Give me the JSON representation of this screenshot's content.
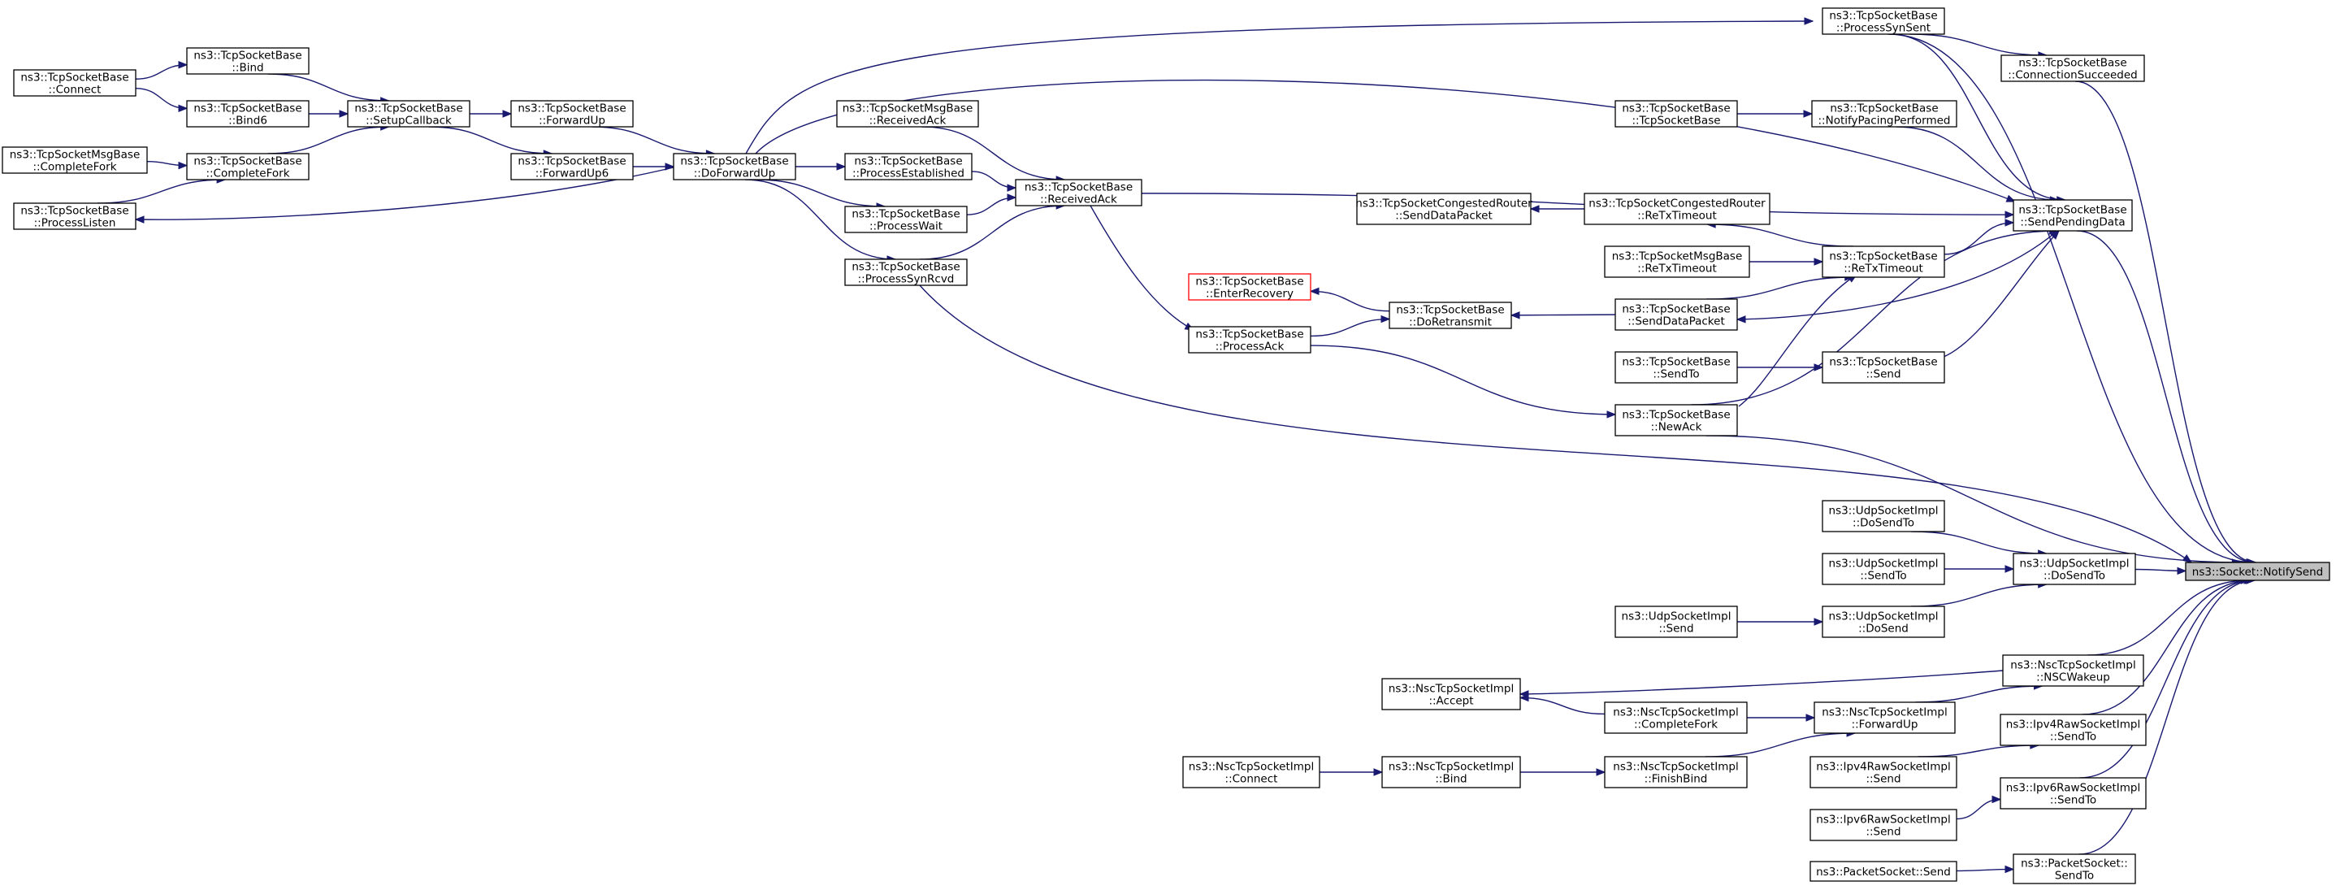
{
  "colors": {
    "edge": "#191970",
    "root_fill": "#bfbfbf",
    "highlight_border": "#ff0000"
  },
  "nodes": [
    {
      "id": "notify_send",
      "lines": [
        "ns3::Socket::NotifySend"
      ]
    },
    {
      "id": "tcp_process_synsent",
      "lines": [
        "ns3::TcpSocketBase",
        "::ProcessSynSent"
      ]
    },
    {
      "id": "tcp_connection_succeeded",
      "lines": [
        "ns3::TcpSocketBase",
        "::ConnectionSucceeded"
      ]
    },
    {
      "id": "tcp_connect",
      "lines": [
        "ns3::TcpSocketBase",
        "::Connect"
      ]
    },
    {
      "id": "tcp_bind",
      "lines": [
        "ns3::TcpSocketBase",
        "::Bind"
      ]
    },
    {
      "id": "tcp_bind6",
      "lines": [
        "ns3::TcpSocketBase",
        "::Bind6"
      ]
    },
    {
      "id": "tcp_setup_callback",
      "lines": [
        "ns3::TcpSocketBase",
        "::SetupCallback"
      ]
    },
    {
      "id": "tcp_forward_up",
      "lines": [
        "ns3::TcpSocketBase",
        "::ForwardUp"
      ]
    },
    {
      "id": "tcp_forward_up6",
      "lines": [
        "ns3::TcpSocketBase",
        "::ForwardUp6"
      ]
    },
    {
      "id": "tcp_do_forward_up",
      "lines": [
        "ns3::TcpSocketBase",
        "::DoForwardUp"
      ]
    },
    {
      "id": "msg_complete_fork",
      "lines": [
        "ns3::TcpSocketMsgBase",
        "::CompleteFork"
      ]
    },
    {
      "id": "tcp_complete_fork",
      "lines": [
        "ns3::TcpSocketBase",
        "::CompleteFork"
      ]
    },
    {
      "id": "tcp_process_listen",
      "lines": [
        "ns3::TcpSocketBase",
        "::ProcessListen"
      ]
    },
    {
      "id": "msg_received_ack",
      "lines": [
        "ns3::TcpSocketMsgBase",
        "::ReceivedAck"
      ]
    },
    {
      "id": "tcp_process_established",
      "lines": [
        "ns3::TcpSocketBase",
        "::ProcessEstablished"
      ]
    },
    {
      "id": "tcp_process_wait",
      "lines": [
        "ns3::TcpSocketBase",
        "::ProcessWait"
      ]
    },
    {
      "id": "tcp_process_synrcvd",
      "lines": [
        "ns3::TcpSocketBase",
        "::ProcessSynRcvd"
      ]
    },
    {
      "id": "tcp_received_ack",
      "lines": [
        "ns3::TcpSocketBase",
        "::ReceivedAck"
      ]
    },
    {
      "id": "tcp_enter_recovery",
      "lines": [
        "ns3::TcpSocketBase",
        "::EnterRecovery"
      ],
      "highlight": true
    },
    {
      "id": "tcp_process_ack",
      "lines": [
        "ns3::TcpSocketBase",
        "::ProcessAck"
      ]
    },
    {
      "id": "tcp_do_retransmit",
      "lines": [
        "ns3::TcpSocketBase",
        "::DoRetransmit"
      ]
    },
    {
      "id": "tcp_ctor",
      "lines": [
        "ns3::TcpSocketBase",
        "::TcpSocketBase"
      ]
    },
    {
      "id": "tcp_notify_pacing",
      "lines": [
        "ns3::TcpSocketBase",
        "::NotifyPacingPerformed"
      ]
    },
    {
      "id": "tcp_send_pending_data",
      "lines": [
        "ns3::TcpSocketBase",
        "::SendPendingData"
      ]
    },
    {
      "id": "congested_send_data_packet",
      "lines": [
        "ns3::TcpSocketCongestedRouter",
        "::SendDataPacket"
      ]
    },
    {
      "id": "congested_retx_timeout",
      "lines": [
        "ns3::TcpSocketCongestedRouter",
        "::ReTxTimeout"
      ]
    },
    {
      "id": "msg_retx_timeout",
      "lines": [
        "ns3::TcpSocketMsgBase",
        "::ReTxTimeout"
      ]
    },
    {
      "id": "tcp_retx_timeout",
      "lines": [
        "ns3::TcpSocketBase",
        "::ReTxTimeout"
      ]
    },
    {
      "id": "tcp_send_data_packet",
      "lines": [
        "ns3::TcpSocketBase",
        "::SendDataPacket"
      ]
    },
    {
      "id": "tcp_send_to",
      "lines": [
        "ns3::TcpSocketBase",
        "::SendTo"
      ]
    },
    {
      "id": "tcp_send",
      "lines": [
        "ns3::TcpSocketBase",
        "::Send"
      ]
    },
    {
      "id": "tcp_new_ack",
      "lines": [
        "ns3::TcpSocketBase",
        "::NewAck"
      ]
    },
    {
      "id": "udp_dosendto_a",
      "lines": [
        "ns3::UdpSocketImpl",
        "::DoSendTo"
      ]
    },
    {
      "id": "udp_dosendto_b",
      "lines": [
        "ns3::UdpSocketImpl",
        "::DoSendTo"
      ]
    },
    {
      "id": "udp_sendto",
      "lines": [
        "ns3::UdpSocketImpl",
        "::SendTo"
      ]
    },
    {
      "id": "udp_send",
      "lines": [
        "ns3::UdpSocketImpl",
        "::Send"
      ]
    },
    {
      "id": "udp_dosend",
      "lines": [
        "ns3::UdpSocketImpl",
        "::DoSend"
      ]
    },
    {
      "id": "nsc_nscwakeup",
      "lines": [
        "ns3::NscTcpSocketImpl",
        "::NSCWakeup"
      ]
    },
    {
      "id": "nsc_accept",
      "lines": [
        "ns3::NscTcpSocketImpl",
        "::Accept"
      ]
    },
    {
      "id": "nsc_complete_fork",
      "lines": [
        "ns3::NscTcpSocketImpl",
        "::CompleteFork"
      ]
    },
    {
      "id": "nsc_forward_up",
      "lines": [
        "ns3::NscTcpSocketImpl",
        "::ForwardUp"
      ]
    },
    {
      "id": "nsc_connect",
      "lines": [
        "ns3::NscTcpSocketImpl",
        "::Connect"
      ]
    },
    {
      "id": "nsc_bind",
      "lines": [
        "ns3::NscTcpSocketImpl",
        "::Bind"
      ]
    },
    {
      "id": "nsc_finish_bind",
      "lines": [
        "ns3::NscTcpSocketImpl",
        "::FinishBind"
      ]
    },
    {
      "id": "ipv4raw_sendto",
      "lines": [
        "ns3::Ipv4RawSocketImpl",
        "::SendTo"
      ]
    },
    {
      "id": "ipv4raw_send",
      "lines": [
        "ns3::Ipv4RawSocketImpl",
        "::Send"
      ]
    },
    {
      "id": "ipv6raw_sendto",
      "lines": [
        "ns3::Ipv6RawSocketImpl",
        "::SendTo"
      ]
    },
    {
      "id": "ipv6raw_send",
      "lines": [
        "ns3::Ipv6RawSocketImpl",
        "::Send"
      ]
    },
    {
      "id": "packet_send",
      "lines": [
        "ns3::PacketSocket::Send"
      ]
    },
    {
      "id": "packet_sendto",
      "lines": [
        "ns3::PacketSocket::",
        "SendTo"
      ]
    }
  ],
  "edges": [
    [
      "tcp_process_synsent",
      "notify_send"
    ],
    [
      "tcp_connection_succeeded",
      "notify_send"
    ],
    [
      "tcp_send_pending_data",
      "notify_send"
    ],
    [
      "tcp_new_ack",
      "notify_send"
    ],
    [
      "tcp_process_synrcvd",
      "notify_send"
    ],
    [
      "udp_dosendto_b",
      "notify_send"
    ],
    [
      "nsc_nscwakeup",
      "notify_send"
    ],
    [
      "ipv4raw_sendto",
      "notify_send"
    ],
    [
      "ipv6raw_sendto",
      "notify_send"
    ],
    [
      "packet_sendto",
      "notify_send"
    ],
    [
      "tcp_process_synsent",
      "tcp_connection_succeeded"
    ],
    [
      "tcp_process_synsent",
      "tcp_send_pending_data"
    ],
    [
      "tcp_do_forward_up",
      "tcp_process_synsent"
    ],
    [
      "tcp_do_forward_up",
      "tcp_send_pending_data"
    ],
    [
      "tcp_received_ack",
      "tcp_send_pending_data"
    ],
    [
      "tcp_notify_pacing",
      "tcp_send_pending_data"
    ],
    [
      "tcp_retx_timeout",
      "tcp_send_pending_data"
    ],
    [
      "tcp_send",
      "tcp_send_pending_data"
    ],
    [
      "tcp_new_ack",
      "tcp_send_pending_data"
    ],
    [
      "tcp_send_pending_data",
      "tcp_send_data_packet"
    ],
    [
      "tcp_ctor",
      "tcp_notify_pacing"
    ],
    [
      "tcp_connect",
      "tcp_bind"
    ],
    [
      "tcp_connect",
      "tcp_bind6"
    ],
    [
      "tcp_bind",
      "tcp_setup_callback"
    ],
    [
      "tcp_bind6",
      "tcp_setup_callback"
    ],
    [
      "tcp_complete_fork",
      "tcp_setup_callback"
    ],
    [
      "tcp_setup_callback",
      "tcp_forward_up"
    ],
    [
      "tcp_setup_callback",
      "tcp_forward_up6"
    ],
    [
      "tcp_forward_up",
      "tcp_do_forward_up"
    ],
    [
      "tcp_forward_up6",
      "tcp_do_forward_up"
    ],
    [
      "msg_complete_fork",
      "tcp_complete_fork"
    ],
    [
      "tcp_process_listen",
      "tcp_complete_fork"
    ],
    [
      "tcp_do_forward_up",
      "tcp_process_listen"
    ],
    [
      "tcp_do_forward_up",
      "tcp_process_established"
    ],
    [
      "tcp_do_forward_up",
      "tcp_process_wait"
    ],
    [
      "tcp_do_forward_up",
      "tcp_process_synrcvd"
    ],
    [
      "msg_received_ack",
      "tcp_received_ack"
    ],
    [
      "tcp_process_established",
      "tcp_received_ack"
    ],
    [
      "tcp_process_wait",
      "tcp_received_ack"
    ],
    [
      "tcp_process_synrcvd",
      "tcp_received_ack"
    ],
    [
      "tcp_received_ack",
      "tcp_process_ack"
    ],
    [
      "tcp_do_retransmit",
      "tcp_enter_recovery"
    ],
    [
      "tcp_process_ack",
      "tcp_do_retransmit"
    ],
    [
      "tcp_send_data_packet",
      "tcp_do_retransmit"
    ],
    [
      "tcp_process_ack",
      "tcp_new_ack"
    ],
    [
      "congested_retx_timeout",
      "congested_send_data_packet"
    ],
    [
      "tcp_retx_timeout",
      "congested_retx_timeout"
    ],
    [
      "msg_retx_timeout",
      "tcp_retx_timeout"
    ],
    [
      "tcp_send_data_packet",
      "tcp_retx_timeout"
    ],
    [
      "tcp_new_ack",
      "tcp_retx_timeout"
    ],
    [
      "tcp_send_to",
      "tcp_send"
    ],
    [
      "udp_dosendto_a",
      "udp_dosendto_b"
    ],
    [
      "udp_sendto",
      "udp_dosendto_b"
    ],
    [
      "udp_dosend",
      "udp_dosendto_b"
    ],
    [
      "udp_send",
      "udp_dosend"
    ],
    [
      "nsc_nscwakeup",
      "nsc_accept"
    ],
    [
      "nsc_complete_fork",
      "nsc_accept"
    ],
    [
      "nsc_forward_up",
      "nsc_nscwakeup"
    ],
    [
      "nsc_complete_fork",
      "nsc_forward_up"
    ],
    [
      "nsc_finish_bind",
      "nsc_forward_up"
    ],
    [
      "nsc_connect",
      "nsc_bind"
    ],
    [
      "nsc_bind",
      "nsc_finish_bind"
    ],
    [
      "ipv4raw_send",
      "ipv4raw_sendto"
    ],
    [
      "ipv6raw_send",
      "ipv6raw_sendto"
    ],
    [
      "packet_send",
      "packet_sendto"
    ]
  ]
}
